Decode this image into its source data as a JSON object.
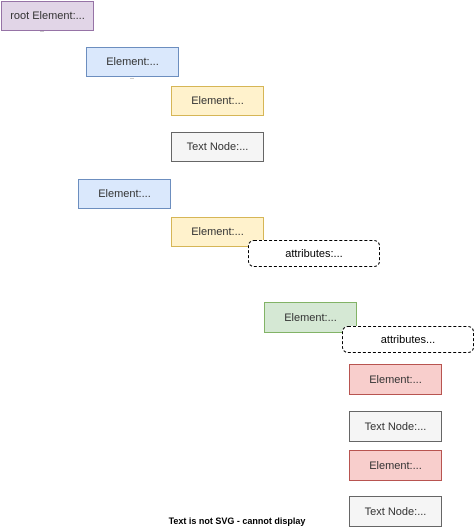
{
  "nodes": {
    "root": "root Element:...",
    "element1": "Element:...",
    "element1_1": "Element:...",
    "textnode1": "Text Node:...",
    "element2": "Element:...",
    "element2_1": "Element:...",
    "attributes1": "attributes:...",
    "element3": "Element:...",
    "attributes2": "attributes...",
    "element3_1": "Element:...",
    "textnode2": "Text Node:...",
    "element3_2": "Element:...",
    "textnode3": "Text Node:..."
  },
  "footer": "Text is not SVG - cannot display"
}
